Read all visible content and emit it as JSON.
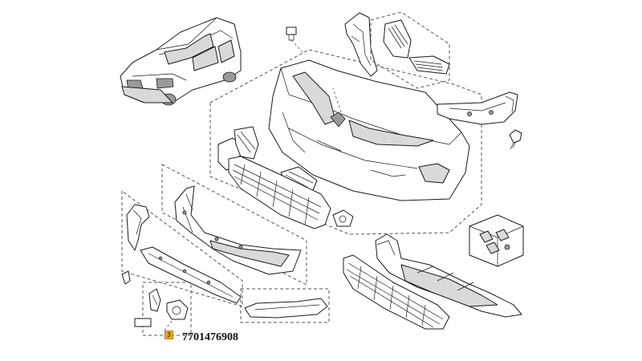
{
  "figure": {
    "part_number": "7701476908",
    "callout_marker": "3",
    "highlight_color": "#f0a830",
    "line_color": "#1a1a1a"
  },
  "parts": [
    "car-thumbnail",
    "bumper-cover",
    "bumper-clip",
    "bumper-side-bracket",
    "headlamp-washer-trim",
    "fog-lamp-vents",
    "bumper-mounting-bracket",
    "screw",
    "lower-grille",
    "fog-lamp-bezel",
    "spoiler-trim",
    "lower-skid-trim",
    "side-deflector",
    "lower-lip",
    "bracket-small",
    "fog-bezel-small",
    "blank-plate",
    "absorber",
    "grille-large",
    "fastener-box"
  ]
}
